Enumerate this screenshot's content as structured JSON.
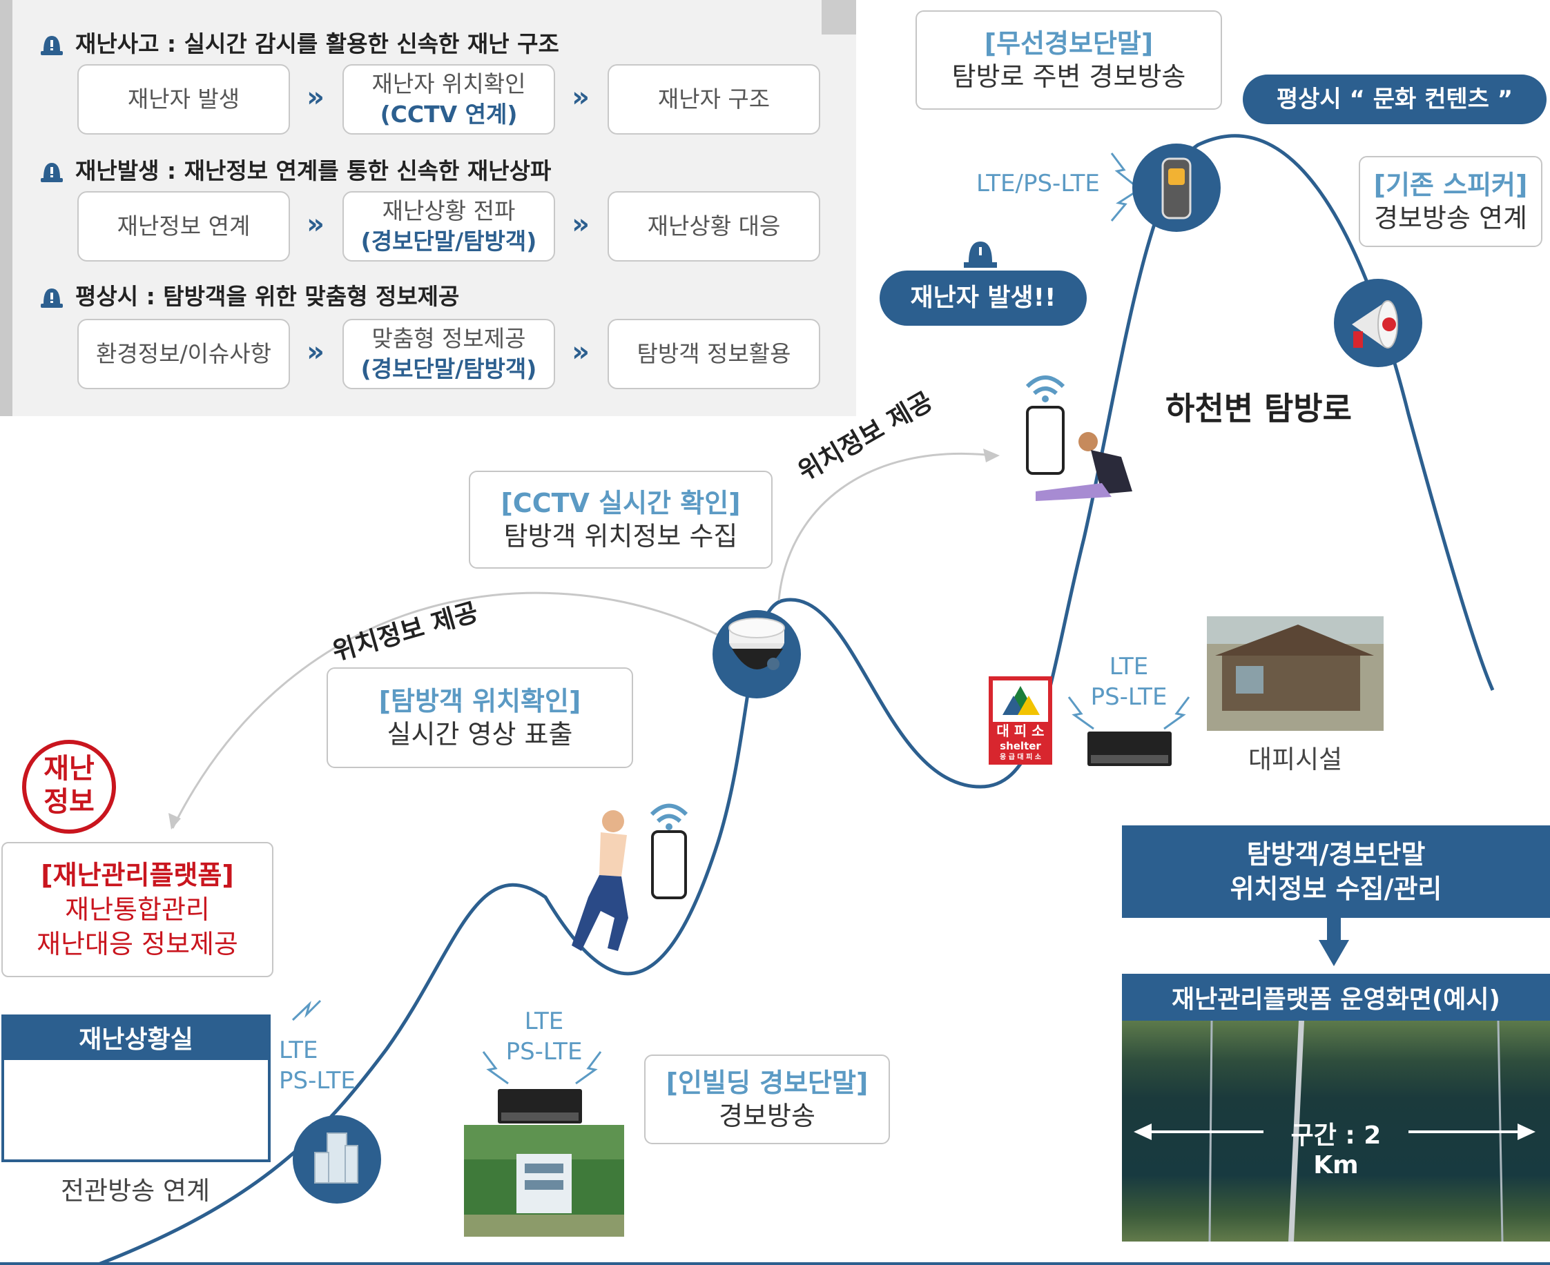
{
  "panel": {
    "sections": [
      {
        "title": "재난사고 : 실시간 감시를 활용한 신속한 재난 구조",
        "steps": [
          {
            "line1": "재난자 발생",
            "line2": ""
          },
          {
            "line1": "재난자 위치확인",
            "line2": "(CCTV 연계)"
          },
          {
            "line1": "재난자 구조",
            "line2": ""
          }
        ]
      },
      {
        "title": "재난발생 : 재난정보 연계를 통한 신속한 재난상파",
        "steps": [
          {
            "line1": "재난정보 연계",
            "line2": ""
          },
          {
            "line1": "재난상황 전파",
            "line2": "(경보단말/탐방객)"
          },
          {
            "line1": "재난상황 대응",
            "line2": ""
          }
        ]
      },
      {
        "title": "평상시 : 탐방객을 위한 맞춤형 정보제공",
        "steps": [
          {
            "line1": "환경정보/이슈사항",
            "line2": ""
          },
          {
            "line1": "맞춤형 정보제공",
            "line2": "(경보단말/탐방객)"
          },
          {
            "line1": "탐방객 정보활용",
            "line2": ""
          }
        ]
      }
    ],
    "arrow": "»"
  },
  "callouts": {
    "wireless": {
      "title": "[무선경보단말]",
      "body": "탐방로 주변 경보방송"
    },
    "speaker": {
      "title": "[기존 스피커]",
      "body": "경보방송 연계"
    },
    "cctv": {
      "title": "[CCTV 실시간 확인]",
      "body": "탐방객 위치정보 수집"
    },
    "visitor": {
      "title": "[탐방객 위치확인]",
      "body": "실시간 영상 표출"
    },
    "inbuilding": {
      "title": "[인빌딩 경보단말]",
      "body": "경보방송"
    }
  },
  "pills": {
    "culture": "평상시 “ 문화 컨텐츠 ”",
    "victim": "재난자 발생!!"
  },
  "labels": {
    "lte_top": "LTE/PS-LTE",
    "trail": "하천변 탐방로",
    "loc_provide_1": "위치정보 제공",
    "loc_provide_2": "위치정보 제공",
    "shelter_lte_1": "LTE",
    "shelter_lte_2": "PS-LTE",
    "shelter_facility": "대피시설",
    "bottom_lte_1": "LTE",
    "bottom_lte_2": "PS-LTE",
    "left_lte_1": "LTE",
    "left_lte_2": "PS-LTE",
    "broadcast": "전관방송 연계",
    "shelter_sign_ko": "대 피 소",
    "shelter_sign_en": "shelter",
    "shelter_sign_small": "응 급 대 피 소"
  },
  "disaster_stamp": {
    "line1": "재난",
    "line2": "정보"
  },
  "platform": {
    "title": "[재난관리플랫폼]",
    "line1": "재난통합관리",
    "line2": "재난대응 정보제공"
  },
  "situation_room": {
    "title": "재난상황실"
  },
  "collect": {
    "line1": "탐방객/경보단말",
    "line2": "위치정보 수집/관리"
  },
  "platform_screen": {
    "title": "재난관리플랫폼 운영화면(예시)",
    "distance": "구간 : 2 Km"
  },
  "colors": {
    "primary": "#2c5f8f",
    "accent": "#5b9ac4",
    "alert": "#c9151e"
  }
}
